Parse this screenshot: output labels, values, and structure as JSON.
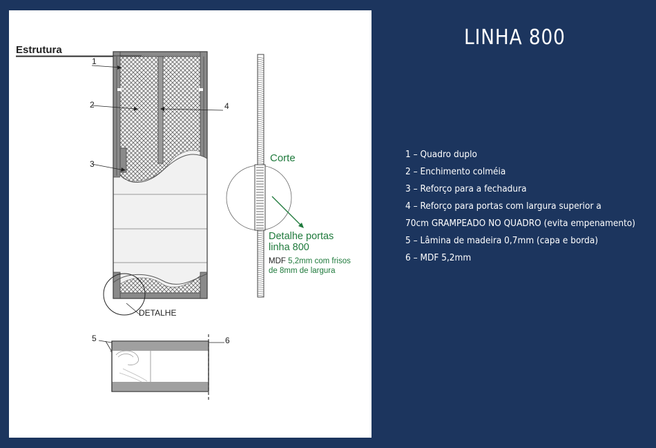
{
  "title": "LINHA 800",
  "diagram": {
    "heading": "Estrutura",
    "callouts": [
      "1",
      "2",
      "3",
      "4",
      "5",
      "6"
    ],
    "corte_label": "Corte",
    "detail_title_line1": "Detalhe portas",
    "detail_title_line2": "linha 800",
    "detail_mdf_prefix": "MDF",
    "detail_mdf_line1": "5,2mm com frisos",
    "detail_mdf_line2": "de 8mm de largura",
    "detalhe_label": "DETALHE",
    "colors": {
      "green": "#1f7a3c",
      "frame": "#8a8a8a",
      "background": "#1c355e"
    }
  },
  "legend": [
    "1 – Quadro duplo",
    "2 – Enchimento colméia",
    "3 – Reforço para a fechadura",
    "4 – Reforço para portas com largura superior a",
    "70cm GRAMPEADO NO QUADRO (evita empenamento)",
    "5 – Lâmina de madeira 0,7mm (capa e borda)",
    "6 – MDF 5,2mm"
  ]
}
